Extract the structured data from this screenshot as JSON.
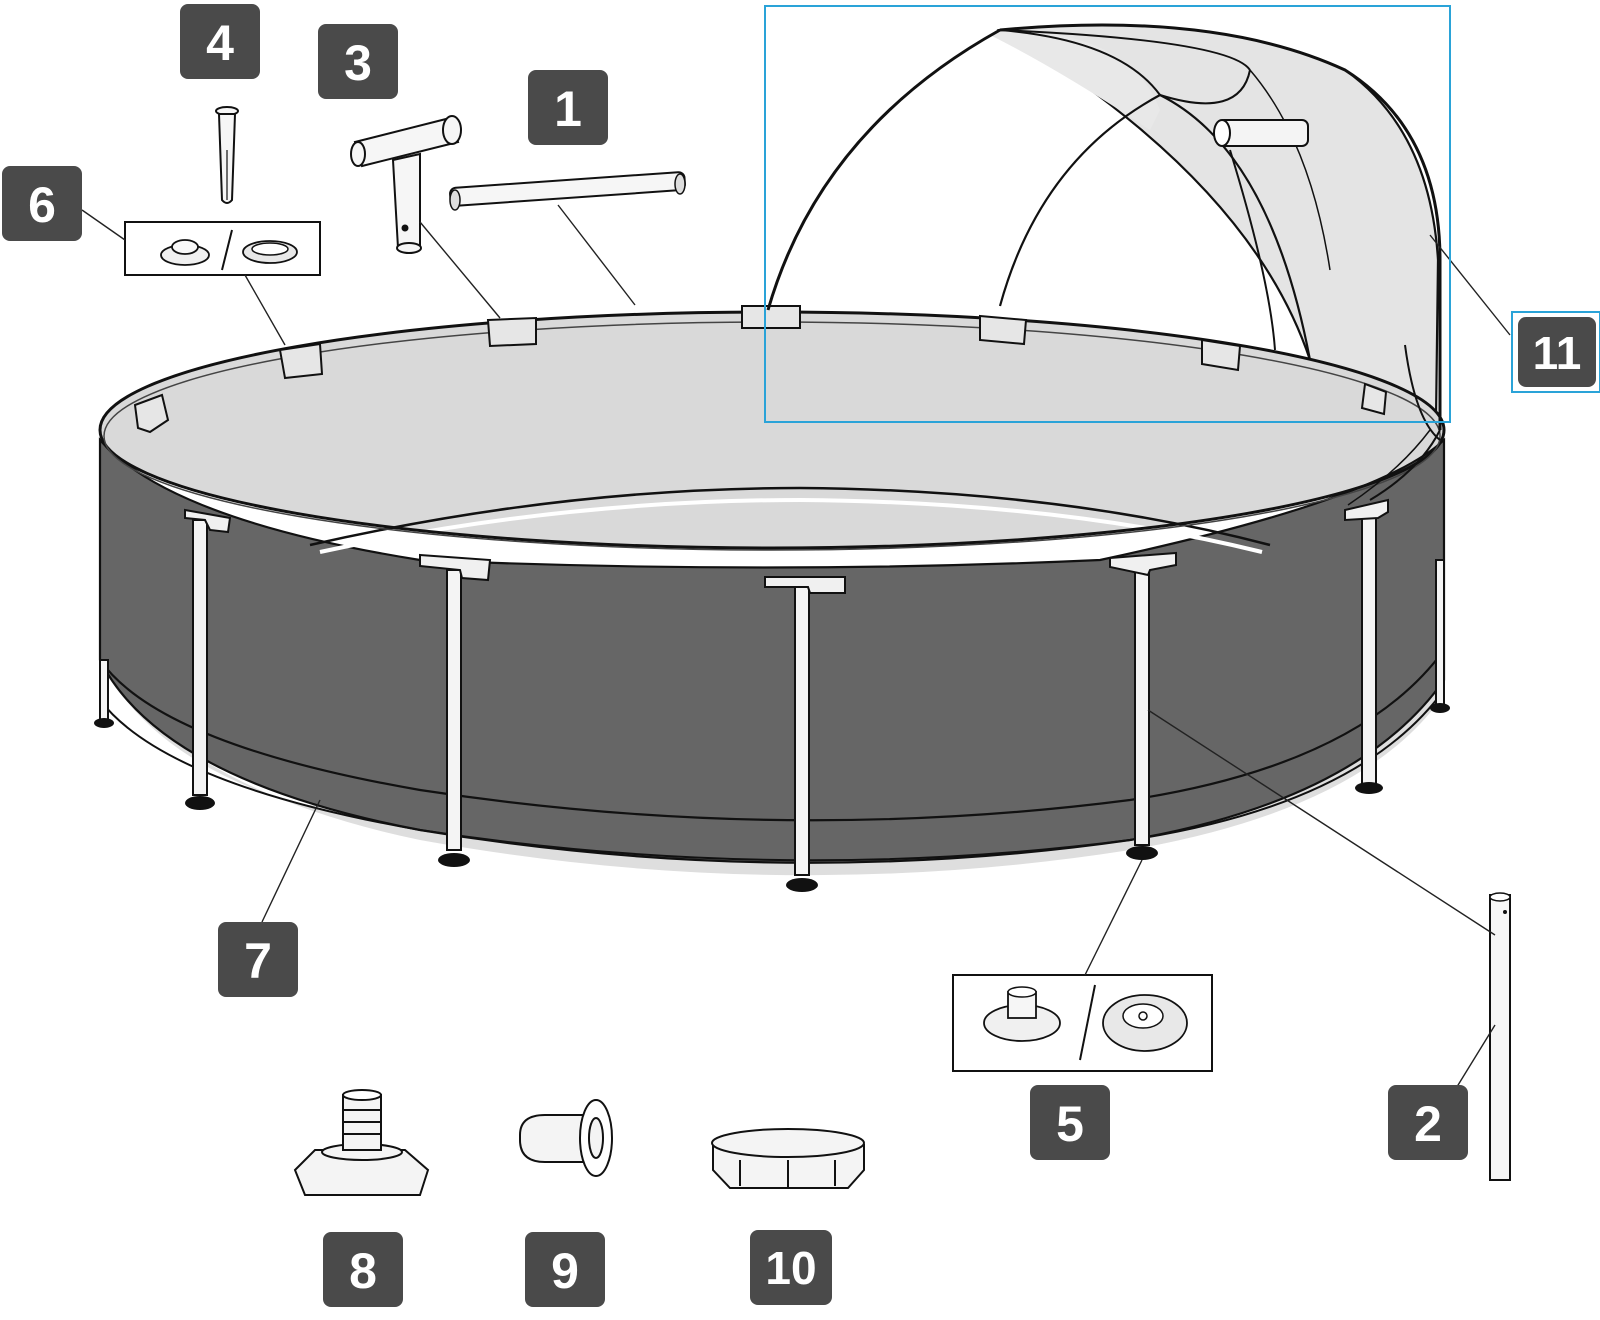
{
  "colors": {
    "badge_fill": "#4a4a4a",
    "pool_wall": "#666666",
    "pool_floor": "#d9d9d9",
    "canopy": "#e2e2e2",
    "shadow": "#dedede",
    "highlight_frame": "#2aa3d8",
    "part_line": "#111111"
  },
  "parts": [
    {
      "label": "1",
      "icon": "top-rail-icon"
    },
    {
      "label": "2",
      "icon": "vertical-leg-icon"
    },
    {
      "label": "3",
      "icon": "t-connector-icon"
    },
    {
      "label": "4",
      "icon": "pin-icon"
    },
    {
      "label": "5",
      "icon": "leg-cap-icon"
    },
    {
      "label": "6",
      "icon": "joint-cap-icon"
    },
    {
      "label": "7",
      "icon": "pool-liner-icon"
    },
    {
      "label": "8",
      "icon": "hose-adapter-icon"
    },
    {
      "label": "9",
      "icon": "plug-icon"
    },
    {
      "label": "10",
      "icon": "drain-cap-icon"
    },
    {
      "label": "11",
      "icon": "sun-canopy-icon",
      "highlighted": true
    }
  ]
}
